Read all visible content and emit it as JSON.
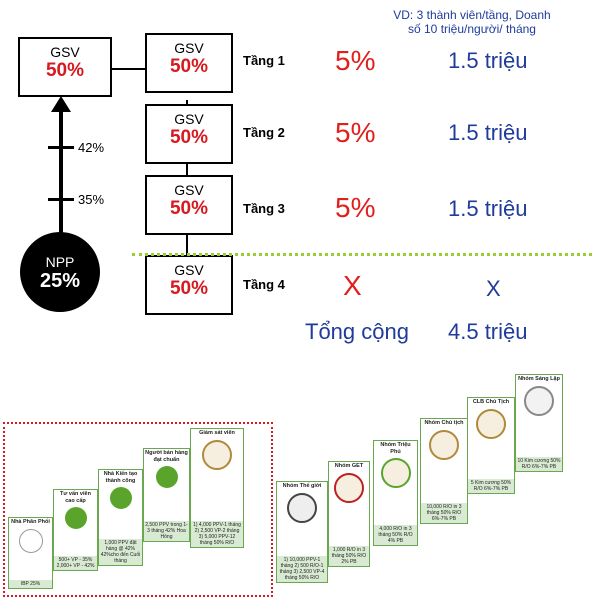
{
  "note": {
    "line1": "VD: 3 thành viên/tầng, Doanh",
    "line2": "số 10 triệu/người/ tháng"
  },
  "left_gsv": {
    "title": "GSV",
    "pct": "50%"
  },
  "npp": {
    "title": "NPP",
    "pct": "25%"
  },
  "ladder": {
    "mark1": "42%",
    "mark2": "35%"
  },
  "tiers": [
    {
      "box_title": "GSV",
      "box_pct": "50%",
      "label": "Tầng 1",
      "pct": "5%",
      "amount": "1.5 triệu"
    },
    {
      "box_title": "GSV",
      "box_pct": "50%",
      "label": "Tầng 2",
      "pct": "5%",
      "amount": "1.5 triệu"
    },
    {
      "box_title": "GSV",
      "box_pct": "50%",
      "label": "Tầng 3",
      "pct": "5%",
      "amount": "1.5 triệu"
    },
    {
      "box_title": "GSV",
      "box_pct": "50%",
      "label": "Tầng 4",
      "pct": "X",
      "amount": "X"
    }
  ],
  "total": {
    "label": "Tổng cộng",
    "amount": "4.5 triệu"
  },
  "steps_left": [
    {
      "title": "Nhà Phân Phối",
      "desc": "IBP 25%"
    },
    {
      "title": "Tư vấn viên cao cấp",
      "desc": "500+ VP - 35% 2,000+ VP - 42%"
    },
    {
      "title": "Nhà Kiến tạo thành công",
      "desc": "1,000 PPV đặt hàng @ 42% 42%cho đến Cuối tháng"
    },
    {
      "title": "Người bán hàng đạt chuẩn",
      "desc": "2,500 PPV trong 1-3 tháng 42% Hoa Hồng"
    },
    {
      "title": "Giám sát viên",
      "desc": "1) 4,000 PPV-1 tháng 2) 2,500 VP-2 tháng 3) 5,000 PPV-12 tháng 50% R/O"
    }
  ],
  "steps_right": [
    {
      "title": "Nhóm Thế giới",
      "desc": "1) 10,000 PPV-1 tháng 2) 500 R/O-1 tháng 3) 2,500 VP-4 tháng 50% R/O"
    },
    {
      "title": "Nhóm GET",
      "desc": "1,000 R/O in 3 tháng 50% R/O 2% PB"
    },
    {
      "title": "Nhóm Triệu Phú",
      "desc": "4,000 R/O in 3 tháng 50% R/O 4% PB"
    },
    {
      "title": "Nhóm Chủ tịch",
      "desc": "10,000 R/O in 3 tháng 50% R/O 6%-7% PB"
    },
    {
      "title": "CLB Chủ Tịch",
      "desc": "5 Kim cương 50% R/O 6%-7% PB"
    },
    {
      "title": "Nhóm Sáng Lập",
      "desc": "10 Kim cương 50% R/O 6%-7% PB"
    }
  ],
  "colors": {
    "red": "#e0201d",
    "blue": "#1f3b9b",
    "green": "#6aa84f",
    "dotted_red": "#d71920",
    "dotted_green": "#9acd32"
  }
}
